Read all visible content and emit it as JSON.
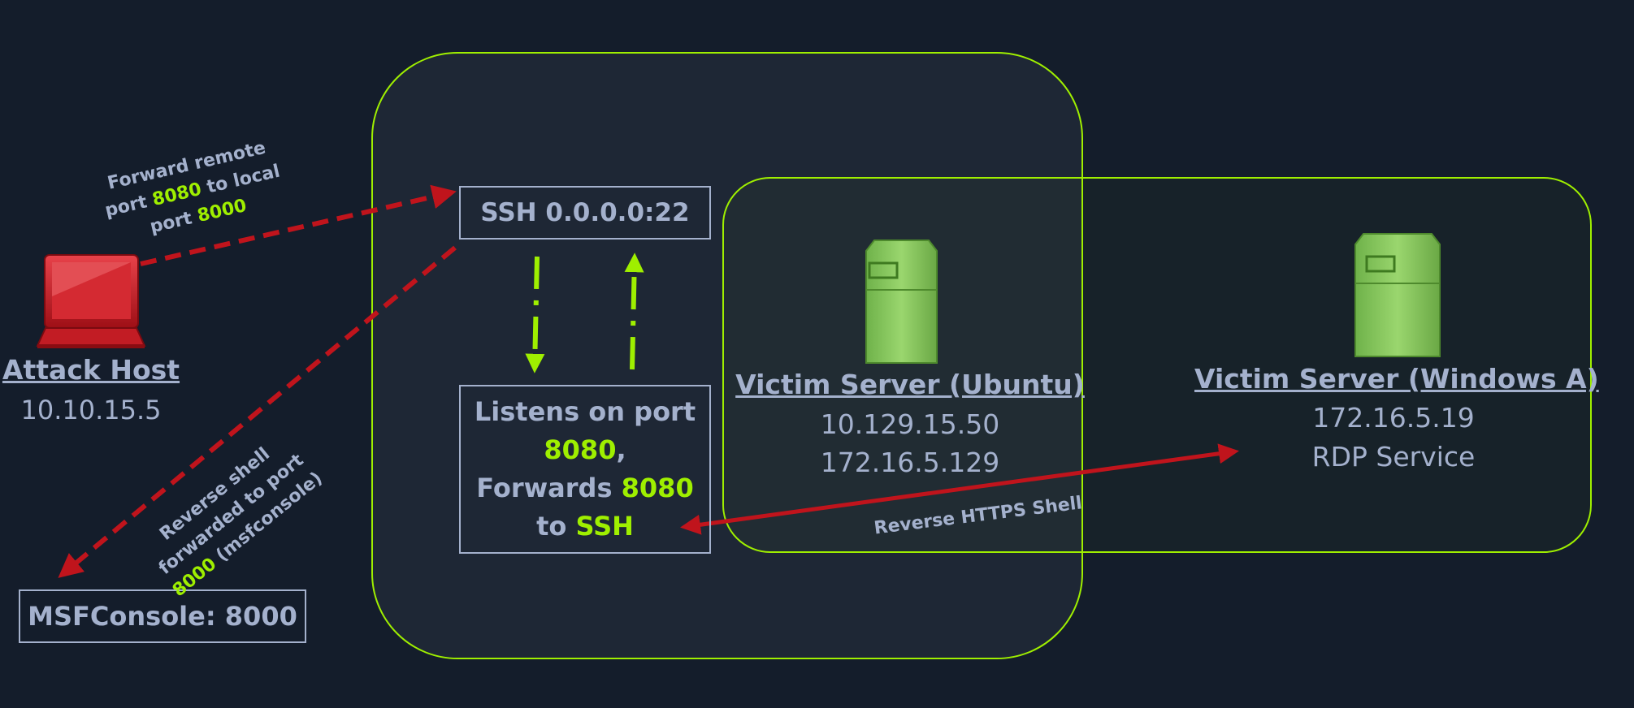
{
  "attack_host": {
    "title": "Attack Host",
    "ip": "10.10.15.5"
  },
  "msfconsole": {
    "label": "MSFConsole: 8000"
  },
  "ssh_box": {
    "label": "SSH 0.0.0.0:22"
  },
  "listen_box": {
    "line1": "Listens on port",
    "port": "8080",
    "comma": ",",
    "forwards_word": "Forwards ",
    "forwards_port": "8080",
    "to_word": "to ",
    "target": "SSH"
  },
  "forward_note": {
    "line1": "Forward remote",
    "line2_pre": "port ",
    "line2_port": "8080",
    "line2_post": " to local",
    "line3_pre": "port ",
    "line3_port": "8000"
  },
  "reverse_note": {
    "line1": "Reverse shell",
    "line2": "forwarded to port",
    "line3_port": "8000",
    "line3_post": " (msfconsole)"
  },
  "ubuntu": {
    "title": "Victim Server (Ubuntu)",
    "ip1": "10.129.15.50",
    "ip2": "172.16.5.129"
  },
  "windows": {
    "title": "Victim Server (Windows A)",
    "ip": "172.16.5.19",
    "service": "RDP Service"
  },
  "https_label": "Reverse HTTPS Shell",
  "colors": {
    "background": "#141d2b",
    "accent": "#9fef00",
    "text": "#a4b1cd",
    "arrow": "#c0141c"
  },
  "icons": [
    "laptop-icon",
    "server-icon"
  ]
}
